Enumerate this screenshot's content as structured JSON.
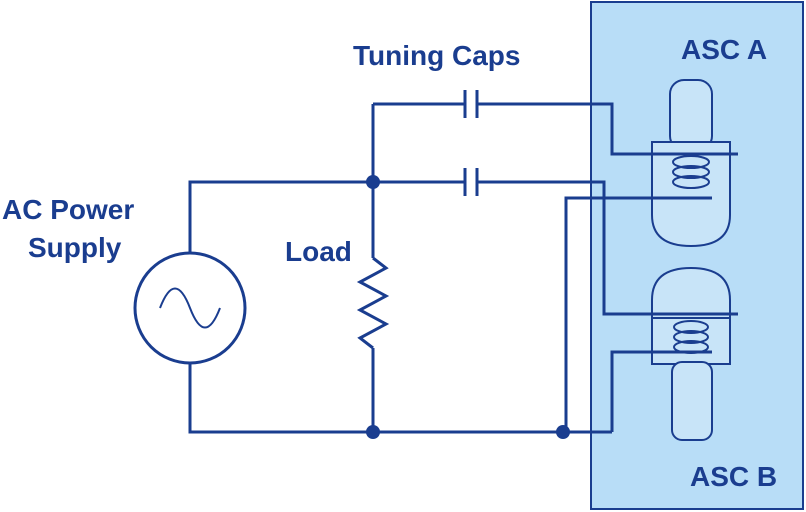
{
  "labels": {
    "power_supply_line1": "AC Power",
    "power_supply_line2": "Supply",
    "load": "Load",
    "tuning_caps": "Tuning Caps",
    "asc_a": "ASC A",
    "asc_b": "ASC B"
  },
  "colors": {
    "line": "#1a3d8f",
    "panel_fill": "#b8ddf7",
    "device_fill": "#c8e4f8",
    "background": "#ffffff"
  },
  "icons": {
    "source": "ac-source-icon",
    "resistor": "resistor-icon",
    "capacitor": "capacitor-icon",
    "coil": "coil-icon",
    "junction": "junction-dot-icon"
  }
}
